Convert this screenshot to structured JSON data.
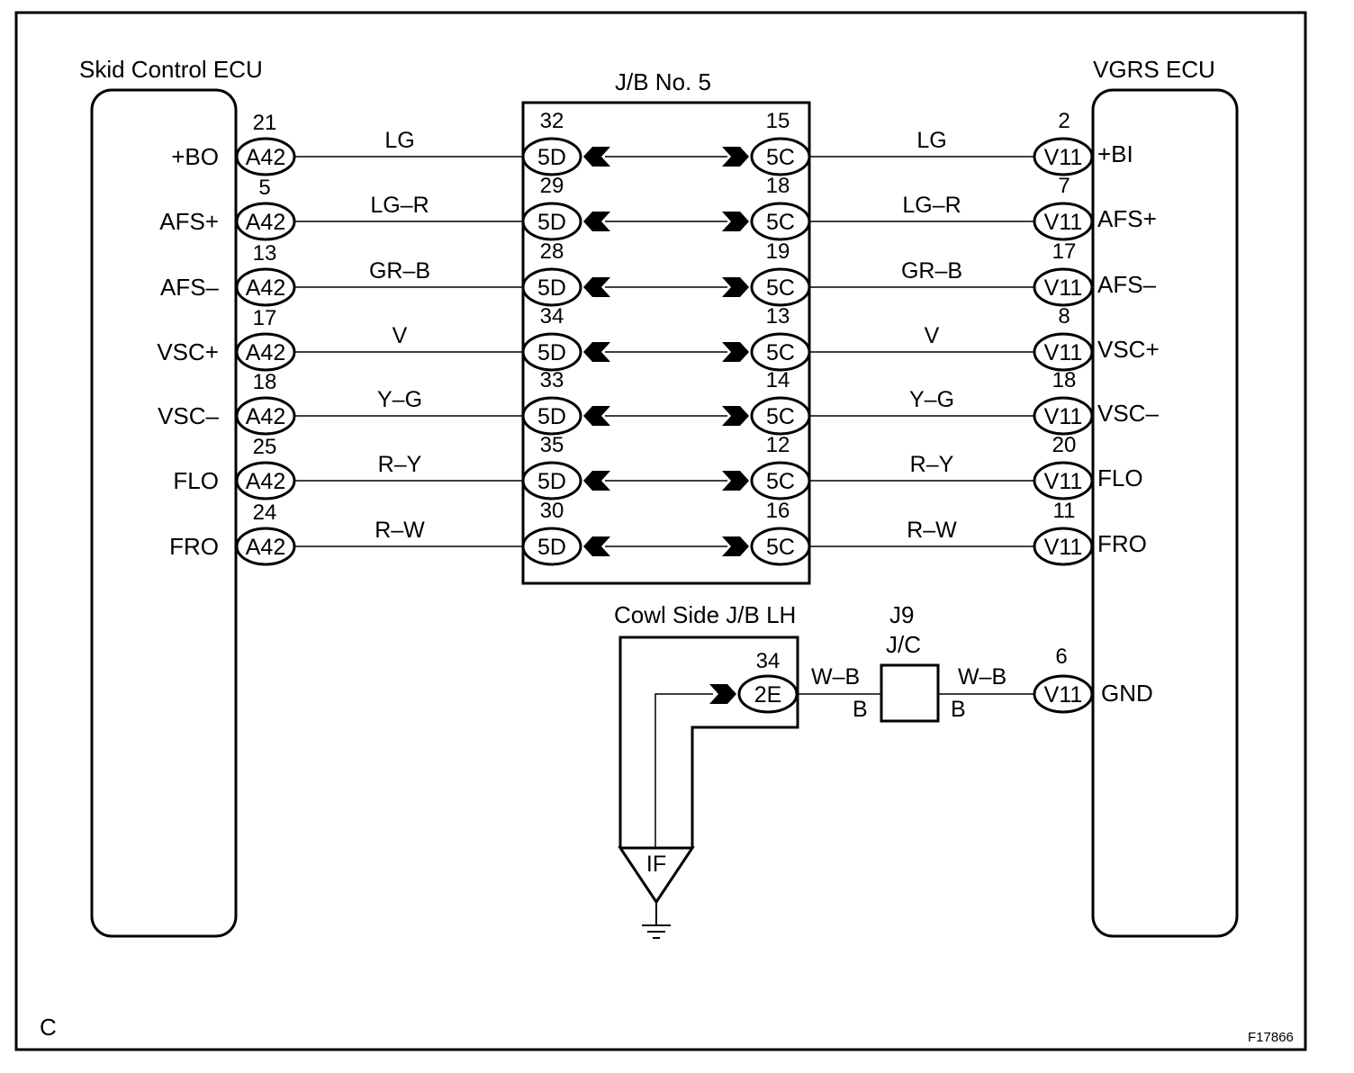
{
  "left_ecu": {
    "title": "Skid Control ECU",
    "connector": "A42",
    "terminals": [
      {
        "name": "+BO",
        "pin": "21"
      },
      {
        "name": "AFS+",
        "pin": "5"
      },
      {
        "name": "AFS–",
        "pin": "13"
      },
      {
        "name": "VSC+",
        "pin": "17"
      },
      {
        "name": "VSC–",
        "pin": "18"
      },
      {
        "name": "FLO",
        "pin": "25"
      },
      {
        "name": "FRO",
        "pin": "24"
      }
    ]
  },
  "junction_block": {
    "title": "J/B No. 5",
    "left_connector": "5D",
    "right_connector": "5C",
    "rows": [
      {
        "left_pin": "32",
        "right_pin": "15"
      },
      {
        "left_pin": "29",
        "right_pin": "18"
      },
      {
        "left_pin": "28",
        "right_pin": "19"
      },
      {
        "left_pin": "34",
        "right_pin": "13"
      },
      {
        "left_pin": "33",
        "right_pin": "14"
      },
      {
        "left_pin": "35",
        "right_pin": "12"
      },
      {
        "left_pin": "30",
        "right_pin": "16"
      }
    ]
  },
  "wires": [
    "LG",
    "LG–R",
    "GR–B",
    "V",
    "Y–G",
    "R–Y",
    "R–W"
  ],
  "right_ecu": {
    "title": "VGRS ECU",
    "connector": "V11",
    "terminals": [
      {
        "name": "+BI",
        "pin": "2"
      },
      {
        "name": "AFS+",
        "pin": "7"
      },
      {
        "name": "AFS–",
        "pin": "17"
      },
      {
        "name": "VSC+",
        "pin": "8"
      },
      {
        "name": "VSC–",
        "pin": "18"
      },
      {
        "name": "FLO",
        "pin": "20"
      },
      {
        "name": "FRO",
        "pin": "11"
      }
    ],
    "gnd": {
      "name": "GND",
      "pin": "6"
    }
  },
  "cowl": {
    "title": "Cowl Side J/B LH",
    "connector": "2E",
    "pin": "34",
    "ground_point": "IF"
  },
  "junction_connector": {
    "id": "J9",
    "type": "J/C",
    "wire_in": "W–B",
    "wire_in_sub": "B",
    "wire_out": "W–B",
    "wire_out_sub": "B"
  },
  "footer": {
    "corner_letter": "C",
    "figure_id": "F17866"
  }
}
